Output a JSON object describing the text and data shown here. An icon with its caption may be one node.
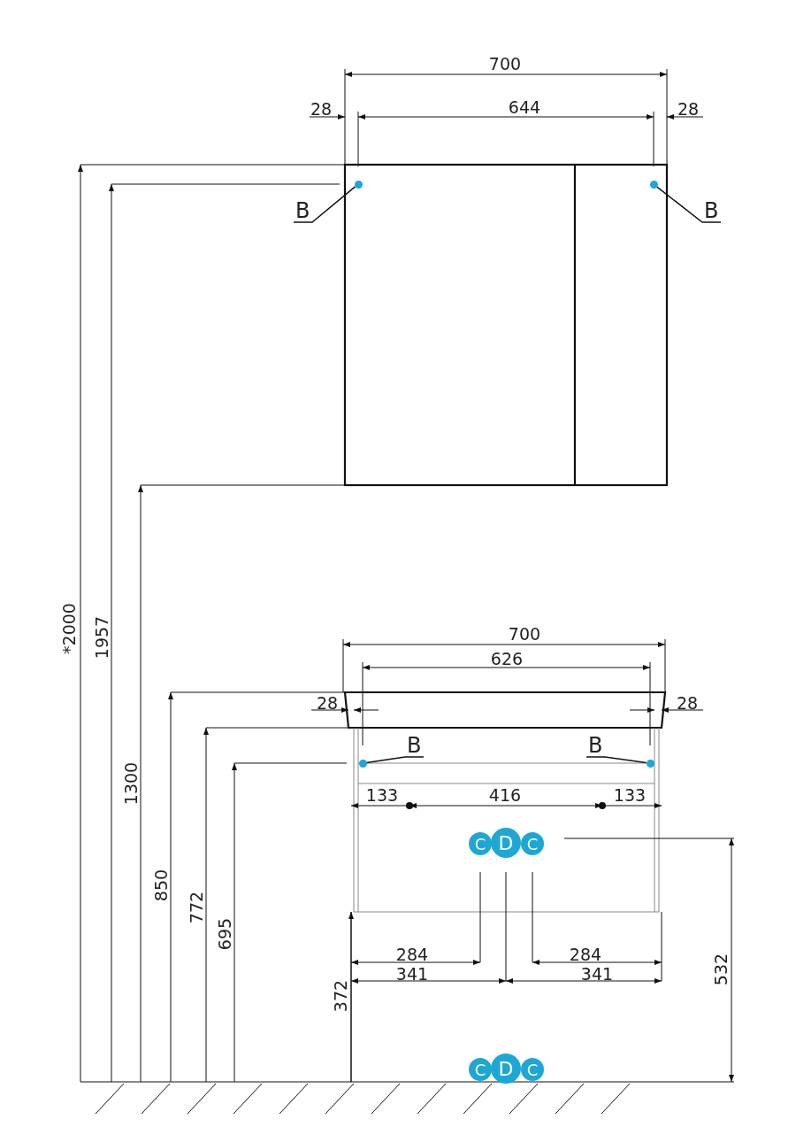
{
  "diagram": {
    "nodes": [
      {
        "text": [
          "B"
        ]
      },
      {
        "text": [],
        "shape": "circle"
      },
      {
        "text": [
          "B"
        ]
      },
      {
        "text": [],
        "shape": "circle"
      },
      {
        "text": [
          "B"
        ]
      },
      {
        "text": [],
        "shape": "circle"
      },
      {
        "text": [
          "B"
        ]
      },
      {
        "text": [],
        "shape": "circle"
      },
      {
        "text": [
          "C"
        ]
      },
      {
        "text": [
          "D"
        ]
      },
      {
        "text": [
          "C"
        ]
      },
      {
        "text": [
          "C"
        ]
      },
      {
        "text": [
          "D"
        ]
      },
      {
        "text": [
          "C"
        ]
      }
    ],
    "edges": [
      {
        "from": 0,
        "to": 1,
        "arrow": "none"
      },
      {
        "from": 2,
        "to": 3,
        "arrow": "none"
      },
      {
        "from": 4,
        "to": 5,
        "arrow": "none"
      },
      {
        "from": 6,
        "to": 7,
        "arrow": "none"
      }
    ],
    "labels": [
      "700",
      "28",
      "644",
      "28",
      "*2000",
      "1957",
      "1300",
      "700",
      "626",
      "28",
      "28",
      "850",
      "772",
      "695",
      "133",
      "416",
      "133",
      "284",
      "284",
      "341",
      "341",
      "372",
      "532"
    ]
  }
}
